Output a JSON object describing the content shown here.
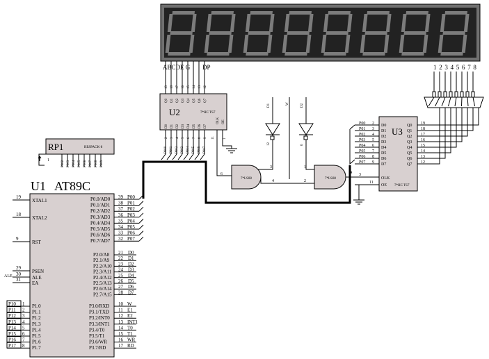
{
  "display": {
    "digit_count": 8,
    "segment_label": "ABCDE G",
    "dp_label": "DP",
    "digit_labels": [
      "1",
      "2",
      "3",
      "4",
      "5",
      "6",
      "7",
      "8"
    ]
  },
  "u2": {
    "name": "U2",
    "type": "7*HC TS7",
    "top_pins": [
      "19",
      "18",
      "17",
      "16",
      "15",
      "14",
      "13",
      "12"
    ],
    "top_labels": [
      "Q0",
      "Q1",
      "Q2",
      "Q3",
      "Q4",
      "Q5",
      "Q6",
      "Q7"
    ],
    "bottom_labels": [
      "D0",
      "D1",
      "D2",
      "D3",
      "D4",
      "D5",
      "D6",
      "D7"
    ],
    "bottom_pins": [
      "2",
      "3",
      "4",
      "5",
      "6",
      "7",
      "8",
      "9"
    ],
    "bus_labels": [
      "P000",
      "P001",
      "P002",
      "P003",
      "P004",
      "P005",
      "P006",
      "P007"
    ],
    "olk": "OLK",
    "oe": "OE",
    "olk_pin": "11",
    "oe_pin": "1"
  },
  "u3": {
    "name": "U3",
    "type": "7*HC TS7",
    "inputs": [
      "D0",
      "D1",
      "D2",
      "D3",
      "D4",
      "D5",
      "D6",
      "D7"
    ],
    "input_pins": [
      "2",
      "3",
      "4",
      "5",
      "6",
      "7",
      "8",
      "9"
    ],
    "input_nets": [
      "P00",
      "P01",
      "P02",
      "P03",
      "P04",
      "P05",
      "P06",
      "P07"
    ],
    "outputs": [
      "Q0",
      "Q1",
      "Q2",
      "Q3",
      "Q4",
      "Q5",
      "Q6",
      "Q7"
    ],
    "output_pins": [
      "19",
      "18",
      "17",
      "16",
      "15",
      "14",
      "13",
      "12"
    ],
    "olk": "OLK",
    "oe": "OE",
    "olk_pin": "3",
    "oe_pin": "11"
  },
  "rp1": {
    "name": "RP1",
    "type": "RESPACK-8",
    "pin1": "1",
    "pins": [
      "P002",
      "P003",
      "P004",
      "P005",
      "P006",
      "P007",
      "P008",
      "P009"
    ]
  },
  "d1": {
    "name": "D1",
    "net": "W",
    "pin": "12"
  },
  "d2": {
    "name": "D2",
    "net": "W",
    "pin": "6"
  },
  "gate1": {
    "label": "7*LS08",
    "pin_in1": "6",
    "pin_in2": "3",
    "pin_out": "4"
  },
  "gate2": {
    "label": "7*LS08",
    "pin_in1": "1",
    "pin_in2": "2",
    "pin_out": "4"
  },
  "u1": {
    "name": "U1",
    "type": "AT89C",
    "left_pins": [
      {
        "num": "19",
        "label": "XTAL1"
      },
      {
        "num": "18",
        "label": "XTAL2"
      },
      {
        "num": "9",
        "label": "RST"
      },
      {
        "num": "29",
        "label": "PSEN"
      },
      {
        "num": "30",
        "label": "ALE"
      },
      {
        "num": "31",
        "label": "EA"
      }
    ],
    "ale_net": "ALE",
    "p1": [
      {
        "net": "P10",
        "num": "1",
        "label": "P1.0"
      },
      {
        "net": "P11",
        "num": "2",
        "label": "P1.1"
      },
      {
        "net": "P12",
        "num": "3",
        "label": "P1.2"
      },
      {
        "net": "P13",
        "num": "4",
        "label": "P1.3"
      },
      {
        "net": "P14",
        "num": "5",
        "label": "P1.4"
      },
      {
        "net": "P15",
        "num": "6",
        "label": "P1.5"
      },
      {
        "net": "P16",
        "num": "7",
        "label": "P1.6"
      },
      {
        "net": "P17",
        "num": "8",
        "label": "P1.7"
      }
    ],
    "p0": [
      {
        "num": "39",
        "label": "P0.0/AD0",
        "net": "P00"
      },
      {
        "num": "38",
        "label": "P0.1/AD1",
        "net": "P01"
      },
      {
        "num": "37",
        "label": "P0.2/AD2",
        "net": "P02"
      },
      {
        "num": "36",
        "label": "P0.3/AD3",
        "net": "P03"
      },
      {
        "num": "35",
        "label": "P0.4/AD4",
        "net": "P04"
      },
      {
        "num": "34",
        "label": "P0.5/AD5",
        "net": "P05"
      },
      {
        "num": "33",
        "label": "P0.6/AD6",
        "net": "P06"
      },
      {
        "num": "32",
        "label": "P0.7/AD7",
        "net": "P07"
      }
    ],
    "p2": [
      {
        "num": "21",
        "label": "P2.0/A8",
        "net": "D0"
      },
      {
        "num": "22",
        "label": "P2.1/A9",
        "net": "D1"
      },
      {
        "num": "23",
        "label": "P2.2/A10",
        "net": "D2"
      },
      {
        "num": "24",
        "label": "P2.3/A11",
        "net": "D3"
      },
      {
        "num": "25",
        "label": "P2.4/A12",
        "net": "D4"
      },
      {
        "num": "26",
        "label": "P2.5/A13",
        "net": "D5"
      },
      {
        "num": "27",
        "label": "P2.6/A14",
        "net": "D6"
      },
      {
        "num": "28",
        "label": "P2.7/A15",
        "net": "D7"
      }
    ],
    "p3": [
      {
        "num": "10",
        "label": "P3.0/RXD",
        "net": "W"
      },
      {
        "num": "11",
        "label": "P3.1/TXD",
        "net": "E1"
      },
      {
        "num": "12",
        "label": "P3.2/INT0",
        "net": "E2"
      },
      {
        "num": "13",
        "label": "P3.3/INT1",
        "net": "INT1"
      },
      {
        "num": "14",
        "label": "P3.4/T0",
        "net": "T0"
      },
      {
        "num": "15",
        "label": "P3.5/T1",
        "net": "T1"
      },
      {
        "num": "16",
        "label": "P3.6/WR",
        "net": "WR"
      },
      {
        "num": "17",
        "label": "P3.7/RD",
        "net": "RD"
      }
    ]
  }
}
